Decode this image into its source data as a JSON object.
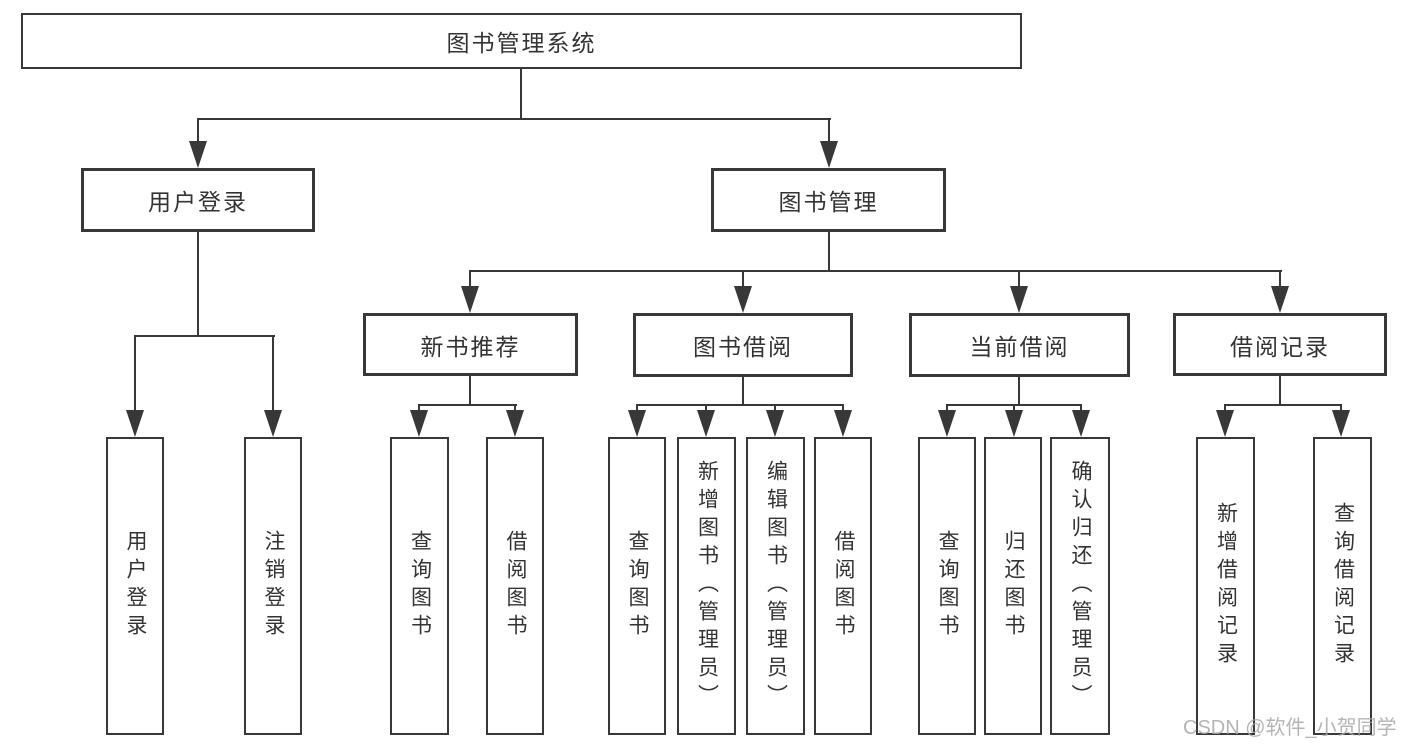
{
  "diagram": {
    "type": "hierarchy-tree",
    "root_label": "图书管理系统",
    "children": [
      {
        "label": "用户登录",
        "children": [
          {
            "label": "用户登录"
          },
          {
            "label": "注销登录"
          }
        ]
      },
      {
        "label": "图书管理",
        "children": [
          {
            "label": "新书推荐",
            "children": [
              {
                "label": "查询图书"
              },
              {
                "label": "借阅图书"
              }
            ]
          },
          {
            "label": "图书借阅",
            "children": [
              {
                "label": "查询图书"
              },
              {
                "label": "新增图书（管理员）"
              },
              {
                "label": "编辑图书（管理员）"
              },
              {
                "label": "借阅图书"
              }
            ]
          },
          {
            "label": "当前借阅",
            "children": [
              {
                "label": "查询图书"
              },
              {
                "label": "归还图书"
              },
              {
                "label": "确认归还（管理员）"
              }
            ]
          },
          {
            "label": "借阅记录",
            "children": [
              {
                "label": "新增借阅记录"
              },
              {
                "label": "查询借阅记录"
              }
            ]
          }
        ]
      }
    ]
  },
  "watermark": {
    "text": "CSDN @软件_小贺同学"
  },
  "colors": {
    "line": "#383838",
    "box_border": "#383838",
    "text": "#333333",
    "background": "#ffffff",
    "watermark": "#a8a8a8"
  }
}
